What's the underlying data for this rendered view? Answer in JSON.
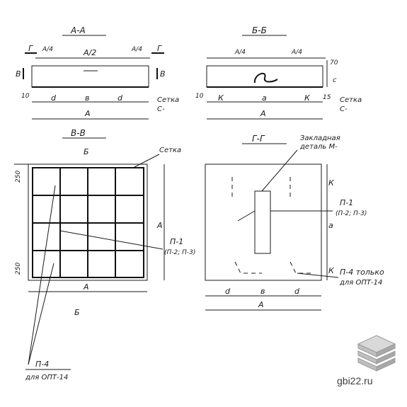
{
  "sections": {
    "aa": "А-А",
    "bb": "Б-Б",
    "vv": "В-В",
    "gg": "Г-Г"
  },
  "marks": {
    "g": "Г",
    "b": "Б",
    "v": "В",
    "a": "А",
    "a2": "А/2",
    "a4": "А/4"
  },
  "dims": {
    "d": "d",
    "b": "в",
    "a": "а",
    "k": "К",
    "c": "с",
    "d10": "10",
    "d70": "70",
    "d250": "250",
    "d15": "15"
  },
  "labels": {
    "setka": "Сетка",
    "setka_c": "С-",
    "setki": "Сетка",
    "setki_c": "С-",
    "p1": "П-1",
    "p1sub": "(П-2; П-3)",
    "p4": "П-4",
    "p4sub": "для ОПТ-14",
    "p4only": "П-4  только",
    "p4only2": "для ОПТ-14",
    "zakl1": "Закладная",
    "zakl2": "деталь М-"
  },
  "watermark": "gbi22.ru"
}
